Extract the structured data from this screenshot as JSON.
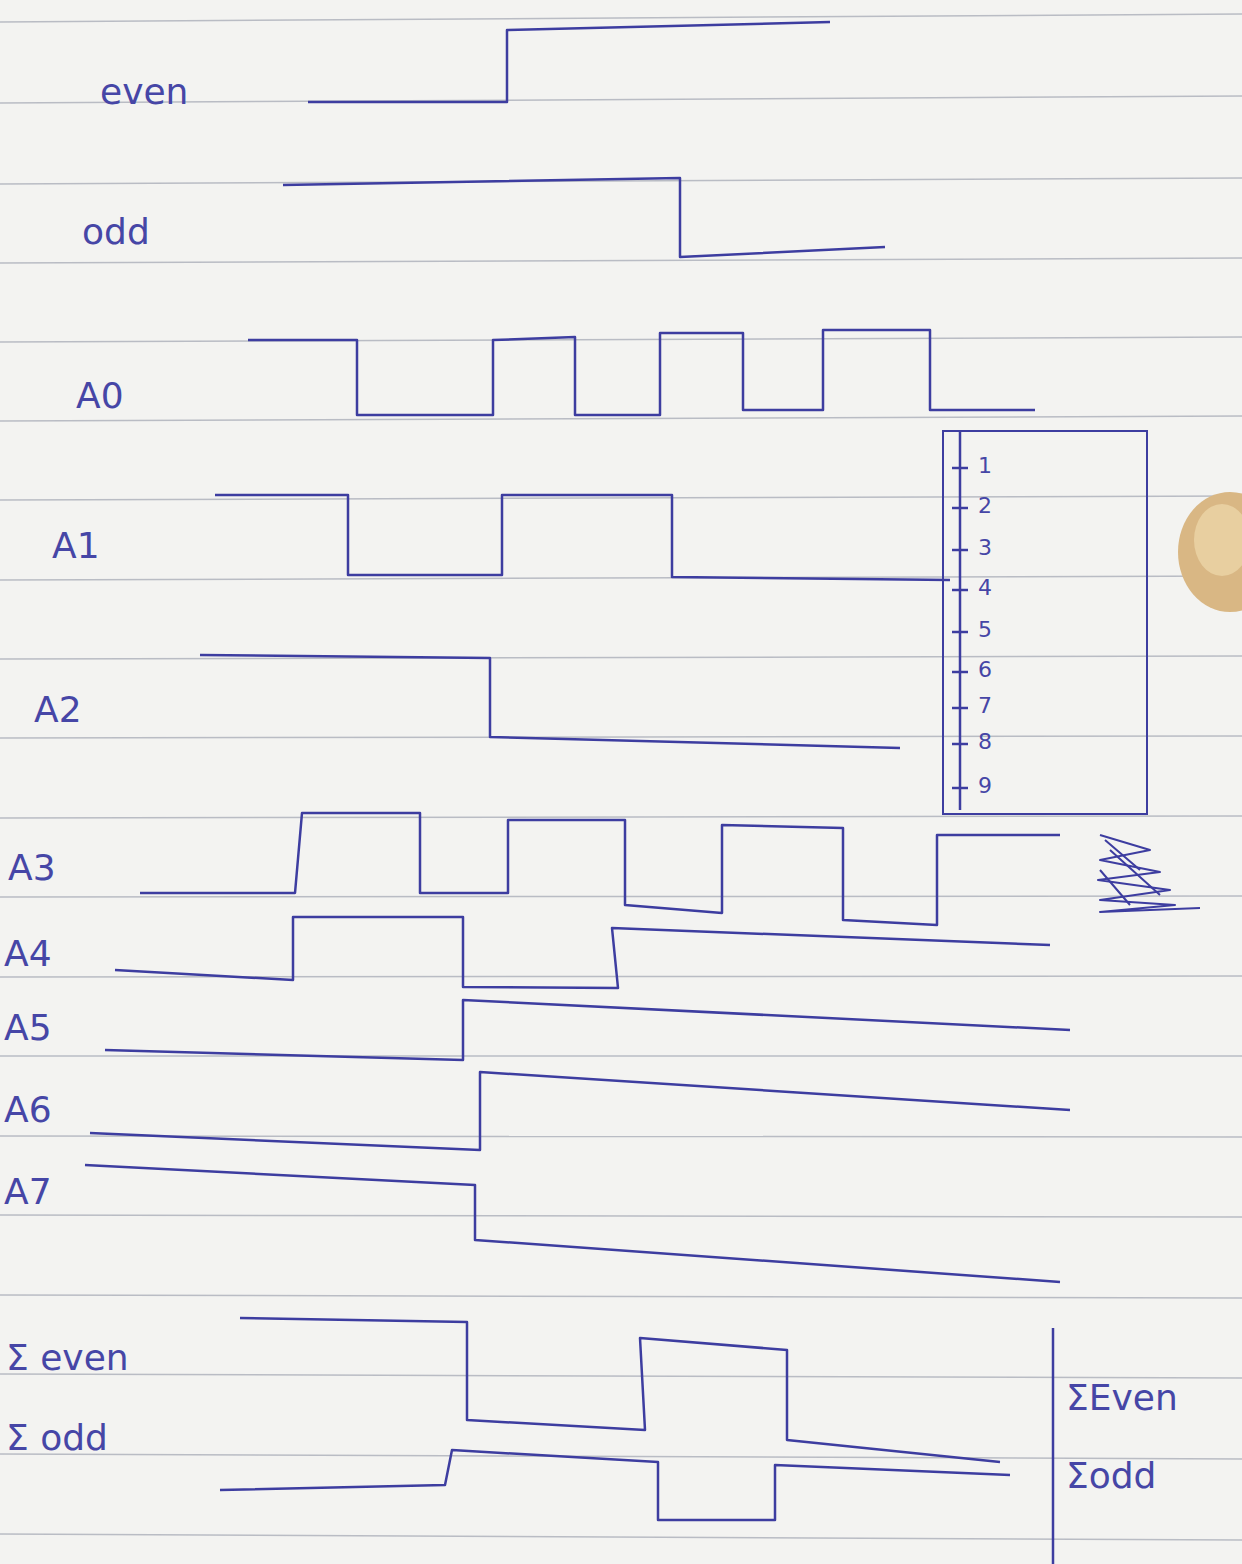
{
  "diagram": {
    "nodes": [
      {
        "text": [
          "1",
          "2",
          "3",
          "4",
          "5",
          "6",
          "7",
          "8",
          "9"
        ]
      }
    ],
    "edges": [],
    "labels": [
      "even",
      "odd",
      "A0",
      "A1",
      "A2",
      "A3",
      "A4",
      "A5",
      "A6",
      "A7",
      "Σ even",
      "Σ odd",
      "ΣEven",
      "Σodd"
    ]
  }
}
